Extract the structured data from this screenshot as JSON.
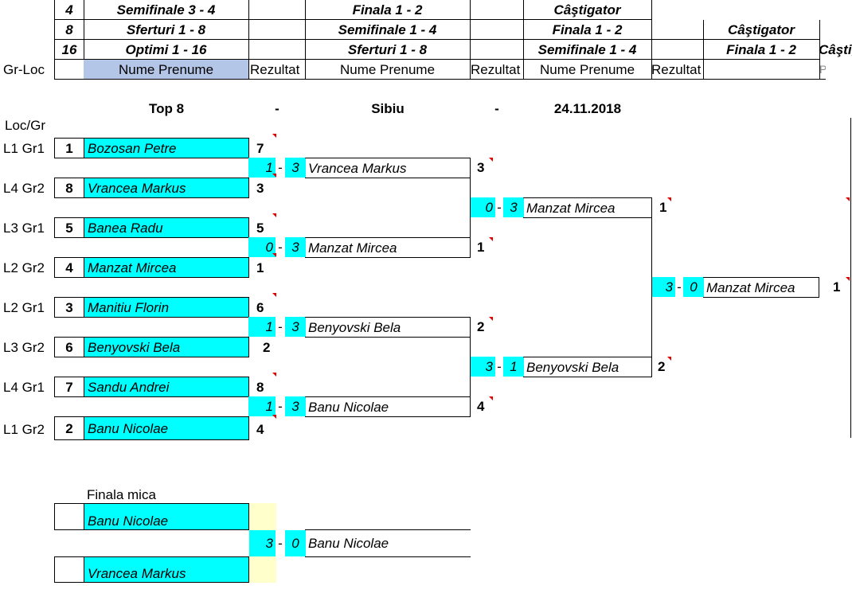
{
  "header": {
    "rows": [
      {
        "n": "4",
        "col1": "Semifinale 3 - 4",
        "col2": "Finala 1 - 2",
        "col3": "Câştigator",
        "col4": ""
      },
      {
        "n": "8",
        "col1": "Sferturi 1 - 8",
        "col2": "Semifinale 1 - 4",
        "col3": "Finala 1 - 2",
        "col4": "Câştigator"
      },
      {
        "n": "16",
        "col1": "Optimi 1 - 16",
        "col2": "Sferturi 1 - 8",
        "col3": "Semifinale 1 - 4",
        "col4": "Finala 1 - 2",
        "col5": "Câştigator"
      }
    ],
    "labels": {
      "gr_loc": "Gr-Loc",
      "nume1": "Nume Prenume",
      "rez1": "Rezultat",
      "nume2": "Nume Prenume",
      "rez2": "Rezultat",
      "nume3": "Nume Prenume",
      "rez3": "Rezultat",
      "trunc": "Pr"
    }
  },
  "title": {
    "left": "Top 8",
    "sep1": "-",
    "center": "Sibiu",
    "sep2": "-",
    "right": "24.11.2018"
  },
  "loc_gr_label": "Loc/Gr",
  "round1": [
    {
      "loc": "L1 Gr1",
      "seed": "1",
      "name": "Bozosan Petre",
      "score": "7"
    },
    {
      "loc": "L4 Gr2",
      "seed": "8",
      "name": "Vrancea Markus",
      "score": "3"
    },
    {
      "loc": "L3 Gr1",
      "seed": "5",
      "name": "Banea Radu",
      "score": "5"
    },
    {
      "loc": "L2 Gr2",
      "seed": "4",
      "name": "Manzat Mircea",
      "score": "1"
    },
    {
      "loc": "L2 Gr1",
      "seed": "3",
      "name": "Manitiu Florin",
      "score": "6"
    },
    {
      "loc": "L3 Gr2",
      "seed": "6",
      "name": "Benyovski Bela",
      "score": "2"
    },
    {
      "loc": "L4 Gr1",
      "seed": "7",
      "name": "Sandu Andrei",
      "score": "8"
    },
    {
      "loc": "L1 Gr2",
      "seed": "2",
      "name": "Banu Nicolae",
      "score": "4"
    }
  ],
  "round2": [
    {
      "s1": "1",
      "sep": "-",
      "s2": "3",
      "name": "Vrancea Markus",
      "score": "3"
    },
    {
      "s1": "0",
      "sep": "-",
      "s2": "3",
      "name": "Manzat Mircea",
      "score": "1"
    },
    {
      "s1": "1",
      "sep": "-",
      "s2": "3",
      "name": "Benyovski Bela",
      "score": "2"
    },
    {
      "s1": "1",
      "sep": "-",
      "s2": "3",
      "name": "Banu Nicolae",
      "score": "4"
    }
  ],
  "round3": [
    {
      "s1": "0",
      "sep": "-",
      "s2": "3",
      "name": "Manzat Mircea",
      "score": "1"
    },
    {
      "s1": "3",
      "sep": "-",
      "s2": "1",
      "name": "Benyovski Bela",
      "score": "2"
    }
  ],
  "final": {
    "s1": "3",
    "sep": "-",
    "s2": "0",
    "name": "Manzat Mircea",
    "score": "1"
  },
  "small_final": {
    "label": "Finala mica",
    "p1": "Banu Nicolae",
    "p2": "Vrancea Markus",
    "s1": "3",
    "sep": "-",
    "s2": "0",
    "winner": "Banu Nicolae"
  },
  "colors": {
    "player_fill": "#00ffff",
    "header_fill": "#b4c6e7",
    "small_final_fill": "#ffffcc",
    "comment_marker": "#e00000"
  }
}
